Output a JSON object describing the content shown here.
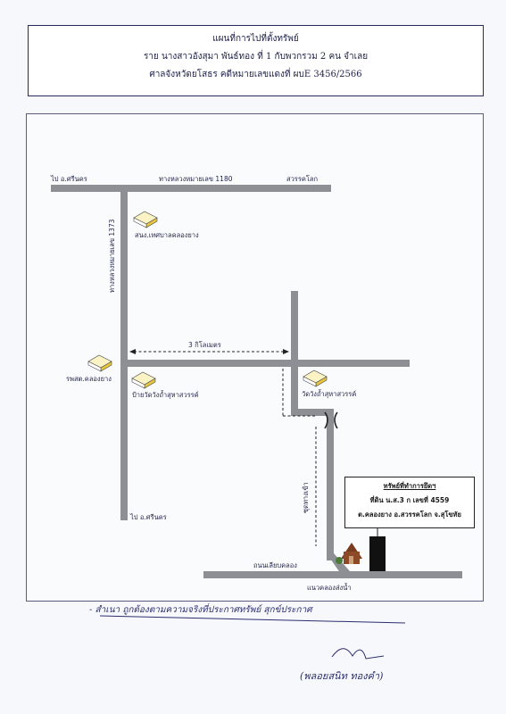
{
  "header": {
    "title": "แผนที่การไปที่ตั้งทรัพย์",
    "line2": "ราย นางสาวอังสุมา  พันธ์ทอง ที่ 1 กับพวกรวม 2 คน  จำเลย",
    "line3": "ศาลจังหวัดยโสธร    คดีหมายเลขแดงที่ ผบE 3456/2566"
  },
  "map": {
    "label_to_srinakhon_top": "ไป อ.ศรีนคร",
    "label_highway_1180": "ทางหลวงหมายเลข 1180",
    "label_sawankhalok": "สวรรคโลก",
    "label_highway_1373": "ทางหลวงหมายเลข 1373",
    "label_police_station": "สนง.เทศบาลคลองยาง",
    "label_distance": "3 กิโลเมตร",
    "label_hospital": "รพสต.คลองยาง",
    "label_temple_sign": "ป้ายวัดวังถ้ำสุหาสวรรค์",
    "label_temple": "วัดวังถ้ำสุหาสวรรค์",
    "label_to_srinakhon_bottom": "ไป อ.ศรีนคร",
    "label_lane": "ซุดทางเข้า",
    "label_canal_road": "ถนนเลียบคลอง",
    "label_canal": "แนวคลองส่งน้ำ"
  },
  "property": {
    "heading": "ทรัพย์ที่ทำการยึดฯ",
    "deed": "ที่ดิน น.ส.3 ก เลขที่  4559",
    "location": "ต.คลองยาง  อ.สวรรคโลก จ.สุโขทัย"
  },
  "handwritten": {
    "certify": "- สำเนา ถูกต้องตามความจริงที่ประกาศทรัพย์ สุกข์ประกาศ",
    "name": "(พลอยสนิท ทองคำ)"
  },
  "colors": {
    "road": "#8e8e95",
    "ink": "#2b2e6e",
    "building": "#f3e06a"
  }
}
